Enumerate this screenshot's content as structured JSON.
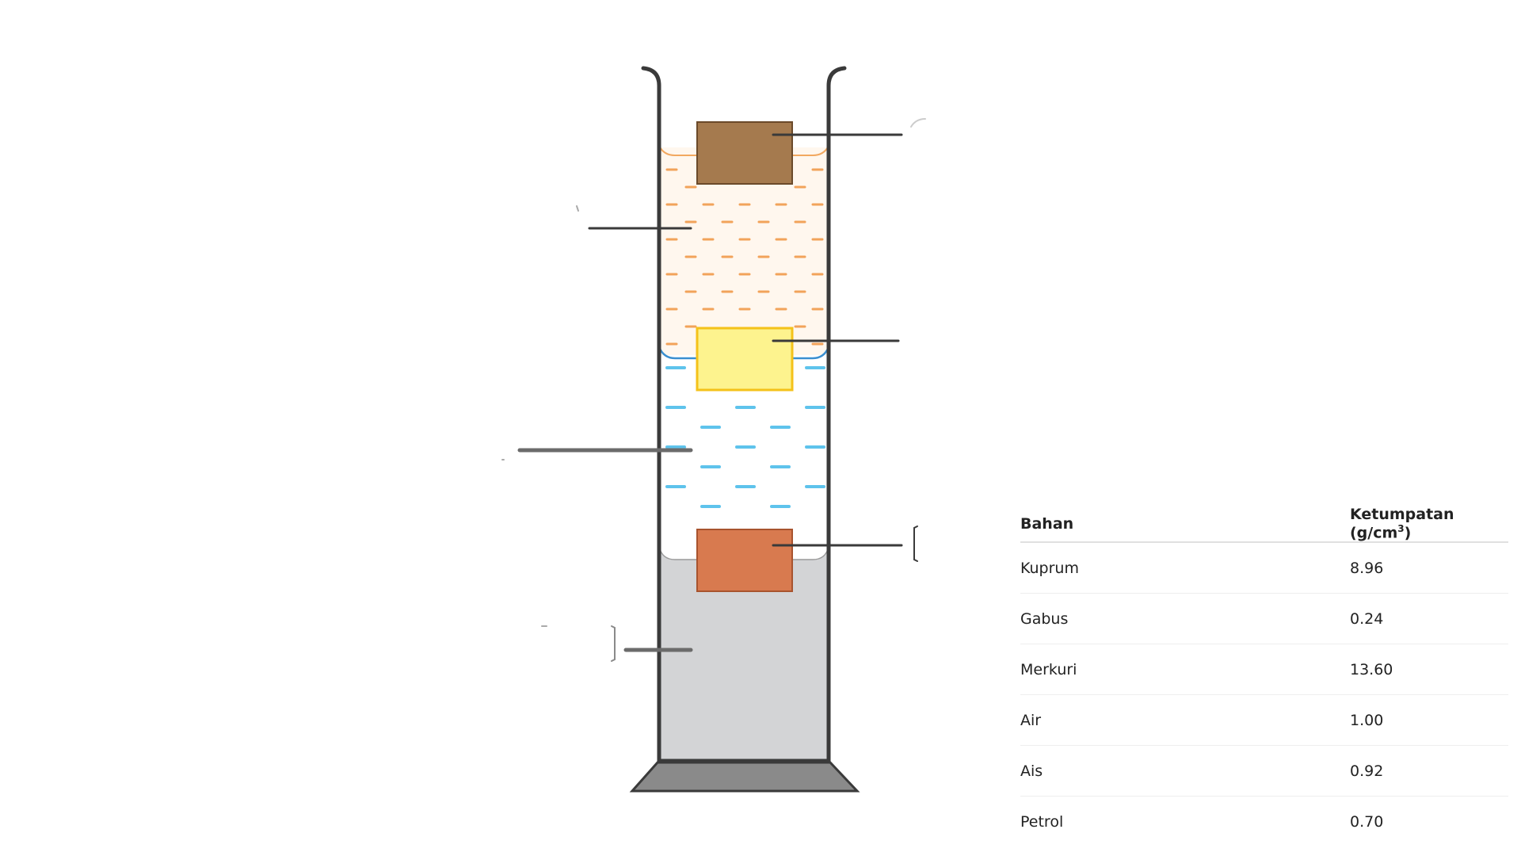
{
  "table": {
    "headers": {
      "material": "Bahan",
      "density": "Ketumpatan (g/cm",
      "density_exponent": "3",
      "density_close": ")"
    },
    "rows": [
      {
        "material": "Kuprum",
        "density": "8.96"
      },
      {
        "material": "Gabus",
        "density": "0.24"
      },
      {
        "material": "Merkuri",
        "density": "13.60"
      },
      {
        "material": "Air",
        "density": "1.00"
      },
      {
        "material": "Ais",
        "density": "0.92"
      },
      {
        "material": "Petrol",
        "density": "0.70"
      }
    ]
  },
  "colors": {
    "petrol": "#f4b67a",
    "water": "#5ec3ec",
    "mercury": "#d3d4d6",
    "cork": "#a57a4e",
    "ice": "#fdf38e",
    "copper": "#d87a4f",
    "cylinder": "#3a3a3a",
    "base": "#8a8a8a"
  }
}
